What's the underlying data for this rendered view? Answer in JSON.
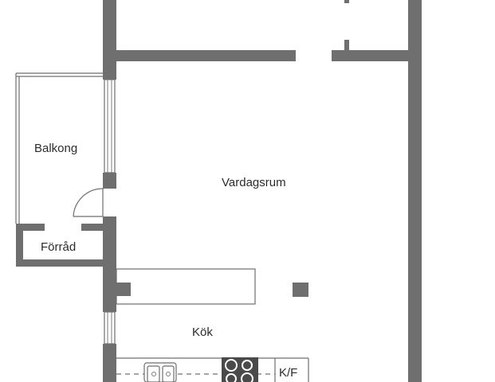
{
  "rooms": {
    "balcony": "Balkong",
    "storage": "Förråd",
    "living": "Vardagsrum",
    "kitchen": "Kök",
    "fridge": "K/F"
  },
  "colors": {
    "wall": "#6f6f6f",
    "text": "#2b2b2b",
    "background": "#ffffff"
  },
  "icons": [
    "door-swing-icon",
    "window-icon",
    "sink-icon",
    "stove-icon",
    "column-icon"
  ]
}
